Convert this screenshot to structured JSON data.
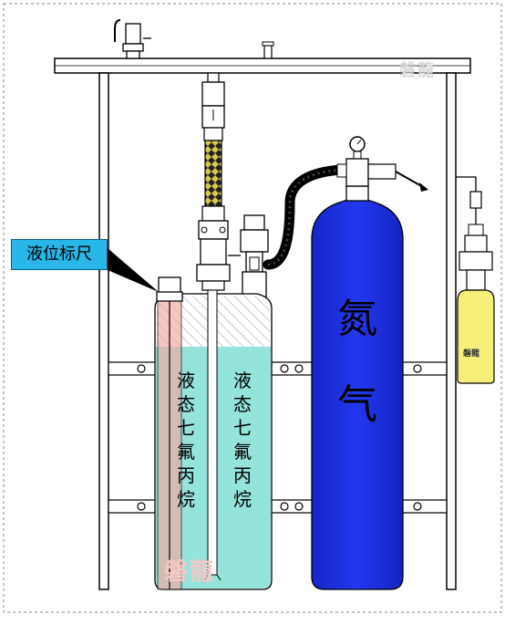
{
  "callout": {
    "label": "液位标尺"
  },
  "left_cylinder": {
    "left_label_chars": [
      "液",
      "态",
      "七",
      "氟",
      "丙",
      "烷"
    ],
    "right_label_chars": [
      "液",
      "态",
      "七",
      "氟",
      "丙",
      "烷"
    ]
  },
  "nitrogen_cylinder": {
    "label_chars": [
      "氮",
      "气"
    ]
  },
  "watermarks": {
    "top_bar": "磐龍",
    "small_cylinder": "磐龍",
    "bottom": "磐龍"
  },
  "colors": {
    "nitrogen_blue": "#1a2fe0",
    "liquid_cyan": "#8fe3da",
    "gauge_pink": "#f4a9a3",
    "small_cylinder_yellow": "#f6f07a",
    "callout_blue": "#29b6e8"
  }
}
